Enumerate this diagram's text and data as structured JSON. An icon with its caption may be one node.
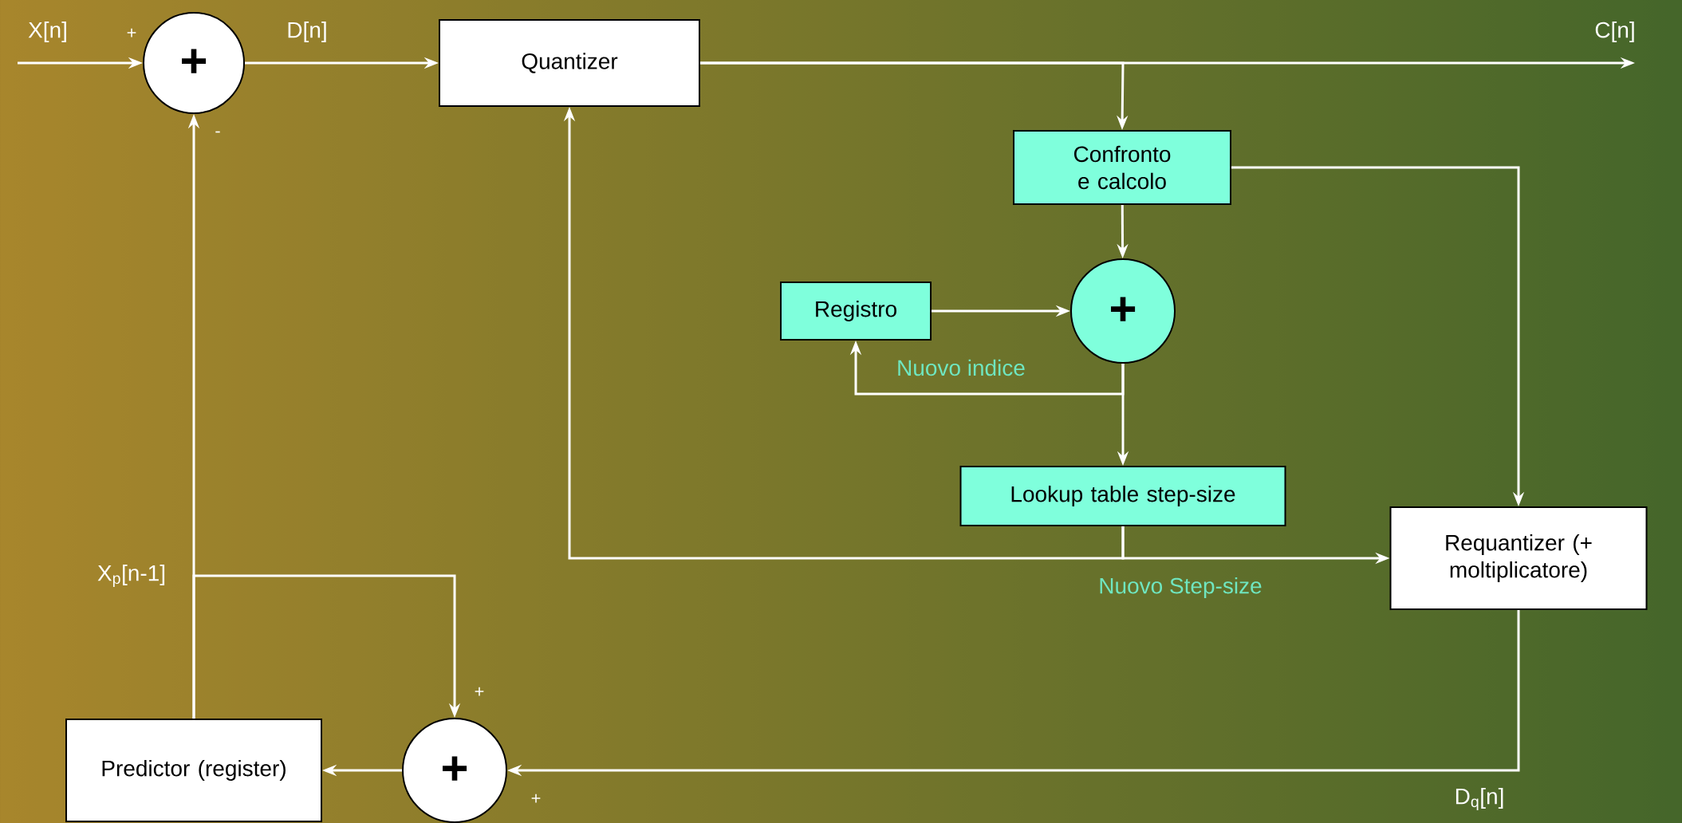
{
  "diagram": {
    "nodes": [
      {
        "text": [
          "+"
        ]
      },
      {
        "text": [
          "Quantizer"
        ]
      },
      {
        "text": [
          "Confronto e calcolo"
        ]
      },
      {
        "text": [
          "+"
        ]
      },
      {
        "text": [
          "Registro"
        ]
      },
      {
        "text": [
          "Lookup table step-size"
        ]
      },
      {
        "text": [
          "Requantizer (+ moltiplicatore)"
        ]
      },
      {
        "text": [
          "+"
        ]
      },
      {
        "text": [
          "Predictor (register)"
        ]
      }
    ],
    "edges": [
      {
        "from": null,
        "to": 0,
        "arrow": "to",
        "label": "X[n]"
      },
      {
        "from": 0,
        "to": 1,
        "arrow": "to",
        "label": "D[n]"
      },
      {
        "from": 1,
        "to": null,
        "arrow": "to",
        "label": "C[n]"
      },
      {
        "from": 1,
        "to": 2,
        "arrow": "to"
      },
      {
        "from": 2,
        "to": 6,
        "arrow": "to"
      },
      {
        "from": 2,
        "to": 3,
        "arrow": "to"
      },
      {
        "from": 4,
        "to": 3,
        "arrow": "to"
      },
      {
        "from": 3,
        "to": 4,
        "arrow": "to",
        "label": "Nuovo indice"
      },
      {
        "from": 3,
        "to": 5,
        "arrow": "to"
      },
      {
        "from": 5,
        "to": 1,
        "arrow": "to"
      },
      {
        "from": 5,
        "to": 6,
        "arrow": "to",
        "label": "Nuovo Step-size"
      },
      {
        "from": 6,
        "to": 7,
        "arrow": "to",
        "label": "D$_{q}$[n]"
      },
      {
        "from": 7,
        "to": 8,
        "arrow": "to"
      },
      {
        "from": 8,
        "to": 0,
        "arrow": "to",
        "label": "X$_{p}$[n-1]"
      },
      {
        "from": 8,
        "to": 7,
        "arrow": "to"
      }
    ],
    "labels": [
      "+",
      "-",
      "+",
      "+"
    ]
  }
}
